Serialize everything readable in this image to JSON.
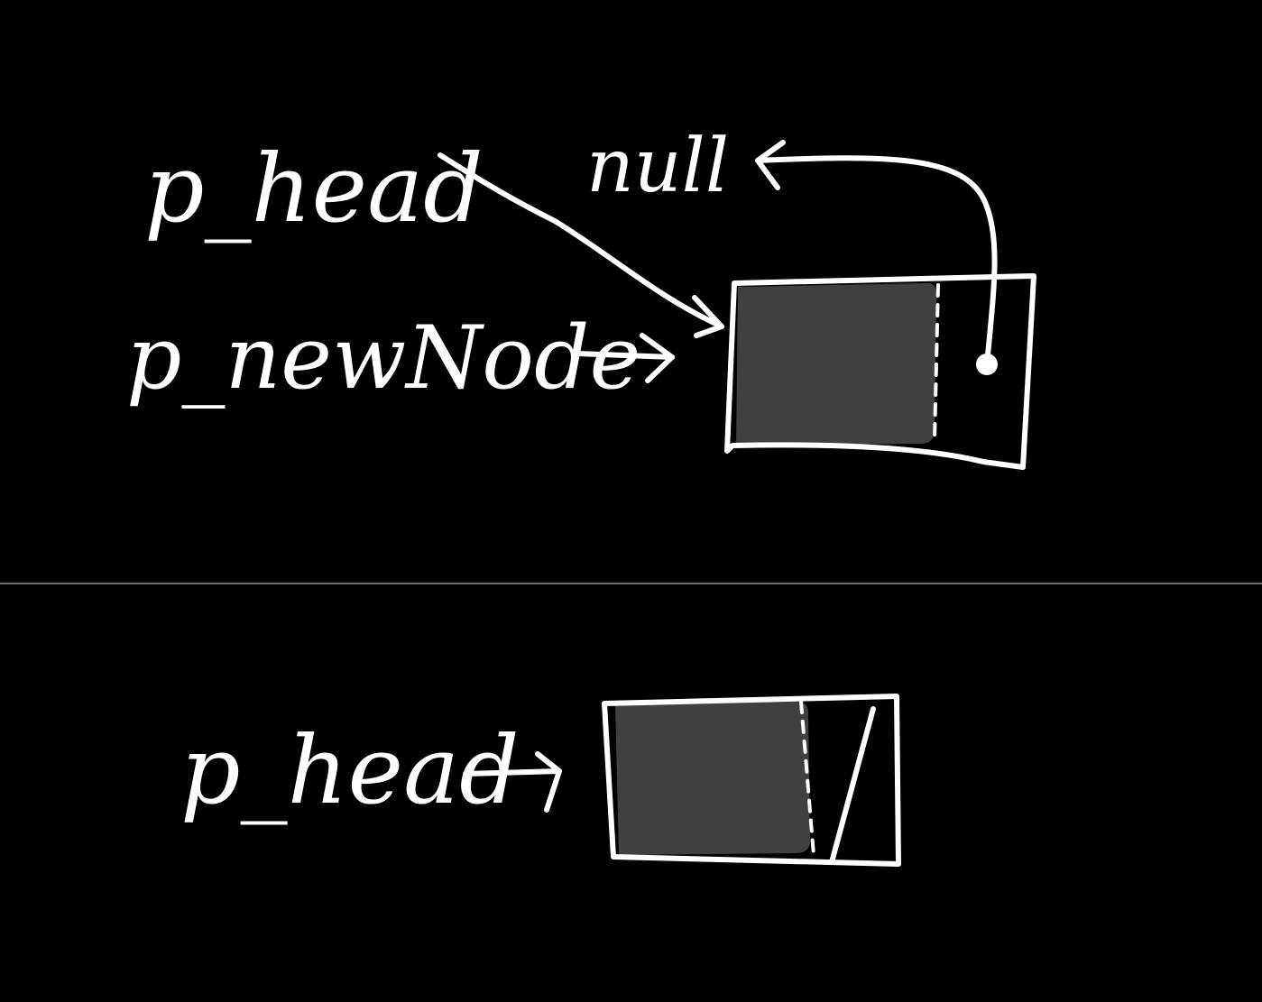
{
  "colors": {
    "background": "#000000",
    "ink": "#ffffff",
    "data_fill": "#404040",
    "divider": "#6b6b6b"
  },
  "top": {
    "head_label": "p_head",
    "null_label": "null",
    "new_node_label": "p_newNode"
  },
  "bottom": {
    "head_label": "p_head"
  }
}
